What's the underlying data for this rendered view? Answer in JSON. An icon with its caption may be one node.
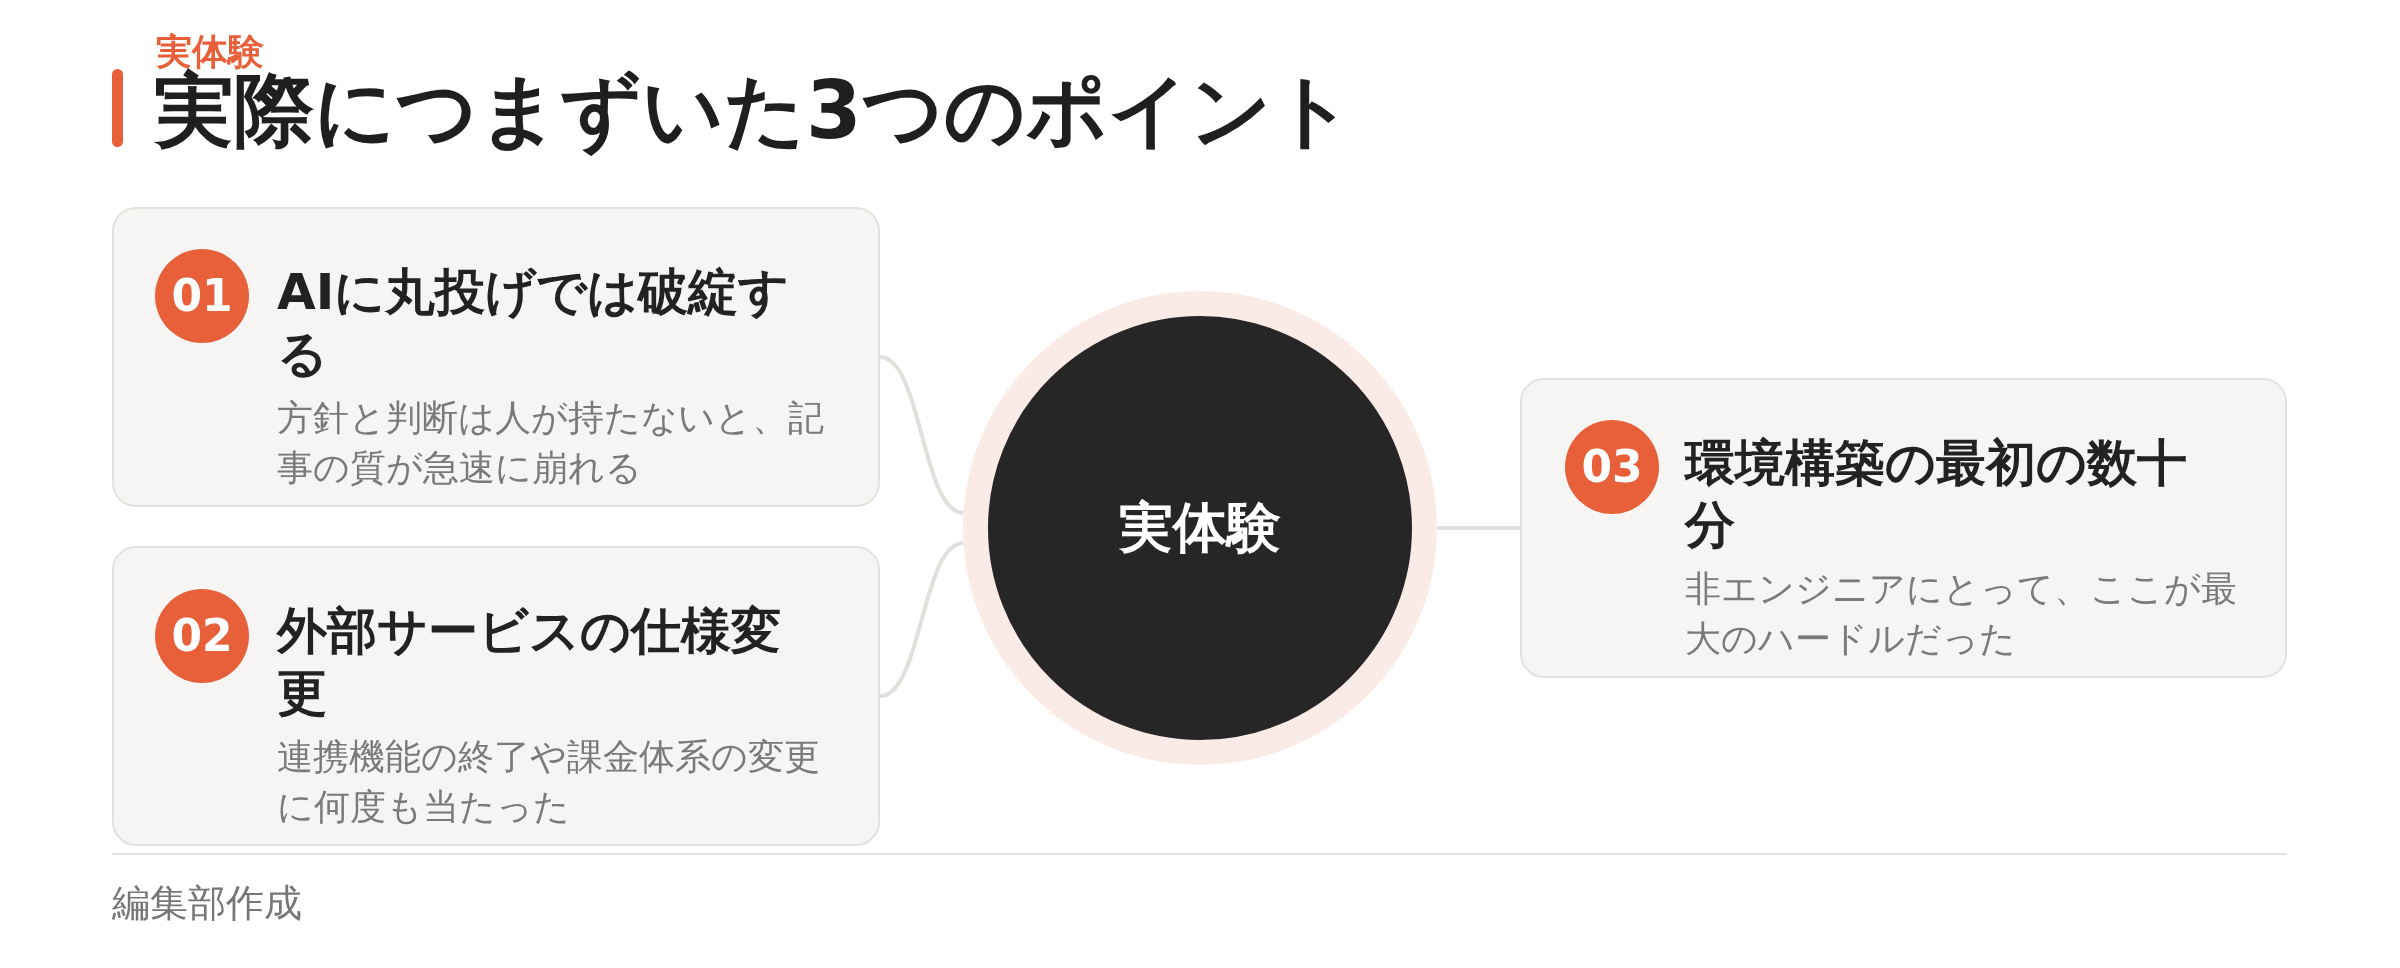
{
  "diagram": {
    "title": "実際につまずいた3つのポイント",
    "nodes": [
      {
        "text": [
          "AIに丸投げでは破綻する",
          "方針と判断は人が持たないと、記事の質が急速に崩れる"
        ]
      },
      {
        "text": [
          "01"
        ],
        "in": 0
      },
      {
        "text": [
          "外部サービスの仕様変更",
          "連携機能の終了や課金体系の変更に何度も当たった"
        ]
      },
      {
        "text": [
          "02"
        ],
        "in": 2
      },
      {
        "text": [
          "実体験"
        ]
      },
      {
        "text": [
          "環境構築の最初の数十分",
          "非エンジニアにとって、ここが最大のハードルだった"
        ]
      },
      {
        "text": [
          "03"
        ],
        "in": 5
      }
    ],
    "edges": [
      {
        "from": 4,
        "to": 0,
        "arrow": "none"
      },
      {
        "from": 4,
        "to": 2,
        "arrow": "none"
      },
      {
        "from": 4,
        "to": 5,
        "arrow": "none"
      }
    ],
    "labels": [
      "実体験",
      "編集部作成"
    ]
  }
}
